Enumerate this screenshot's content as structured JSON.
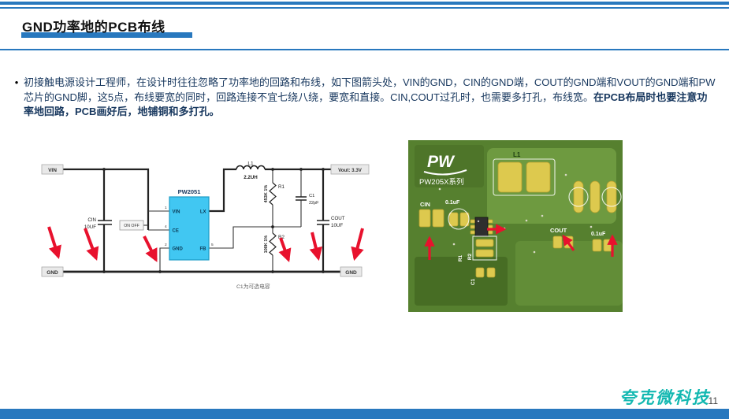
{
  "title": {
    "text": "GND功率地的PCB布线"
  },
  "body": {
    "bullet": "•",
    "text_normal": "初接触电源设计工程师，在设计时往往忽略了功率地的回路和布线，如下图箭头处，VIN的GND，CIN的GND端，COUT的GND端和VOUT的GND端和PW芯片的GND脚，这5点，布线要宽的同时，回路连接不宜七绕八绕，要宽和直接。CIN,COUT过孔时，也需要多打孔，布线宽。",
    "text_bold": "在PCB布局时也要注意功率地回路，PCB画好后，地铺铜和多打孔。"
  },
  "schematic": {
    "vin_label": "VIN",
    "gnd_left": "GND",
    "gnd_right": "GND",
    "vout_label": "Vout: 3.3V",
    "chip": {
      "name": "PW2051",
      "pin_vin": "VIN",
      "pin_ce": "CE",
      "pin_gnd": "GND",
      "pin_lx": "LX",
      "pin_fb": "FB",
      "num_vin": "1",
      "num_ce": "4",
      "num_gnd": "2",
      "num_fb": "5"
    },
    "cin_ref": "CIN",
    "cin_val": "10UF",
    "switch_label": "ON OFF",
    "l1_ref": "L1",
    "l1_val": "2.2UH",
    "r1_ref": "R1",
    "r1_val": "453K 1%",
    "r2_ref": "R2",
    "r2_val": "100K 1%",
    "c1_ref": "C1",
    "c1_val": "22pF",
    "cout_ref": "COUT",
    "cout_val": "10UF",
    "caption": "C1为可选电容"
  },
  "pcb": {
    "logo": "PW",
    "series": "PW205X系列",
    "l1": "L1",
    "cin": "CIN",
    "cin_val": "0.1uF",
    "cout": "COUT",
    "cout_val": "0.1uF",
    "r1": "R1",
    "r2": "R2",
    "c1": "C1"
  },
  "footer": {
    "watermark": "夸克微科技",
    "page": "11"
  },
  "colors": {
    "accent_blue": "#2878be",
    "arrow_red": "#e8112d",
    "chip_cyan": "#41c7f2",
    "pcb_green": "#56802f",
    "pad_yellow": "#ddc94e",
    "watermark_teal": "#00b2ab",
    "text_navy": "#17375e"
  }
}
